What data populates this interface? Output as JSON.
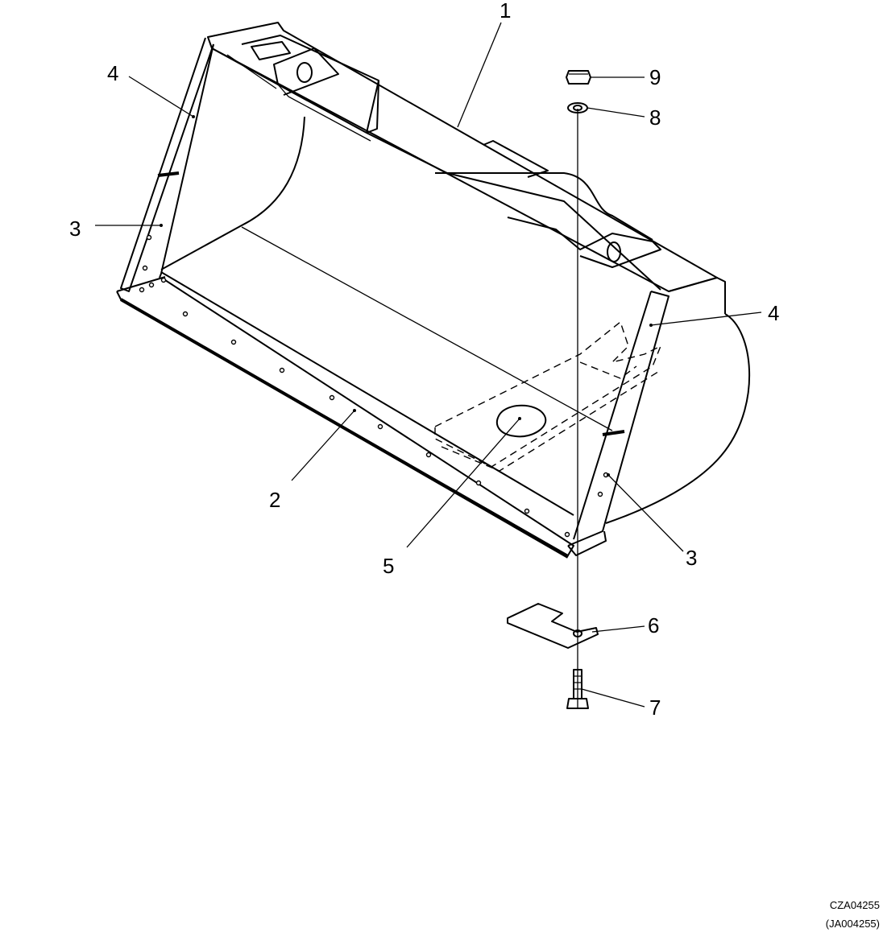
{
  "diagram": {
    "callouts": [
      {
        "id": "callout-1",
        "label": "1"
      },
      {
        "id": "callout-2",
        "label": "2"
      },
      {
        "id": "callout-3-left",
        "label": "3"
      },
      {
        "id": "callout-3-right",
        "label": "3"
      },
      {
        "id": "callout-4-left",
        "label": "4"
      },
      {
        "id": "callout-4-right",
        "label": "4"
      },
      {
        "id": "callout-5",
        "label": "5"
      },
      {
        "id": "callout-6",
        "label": "6"
      },
      {
        "id": "callout-7",
        "label": "7"
      },
      {
        "id": "callout-8",
        "label": "8"
      },
      {
        "id": "callout-9",
        "label": "9"
      }
    ],
    "drawing_code": "CZA04255",
    "drawing_code_alt": "(JA004255)"
  }
}
